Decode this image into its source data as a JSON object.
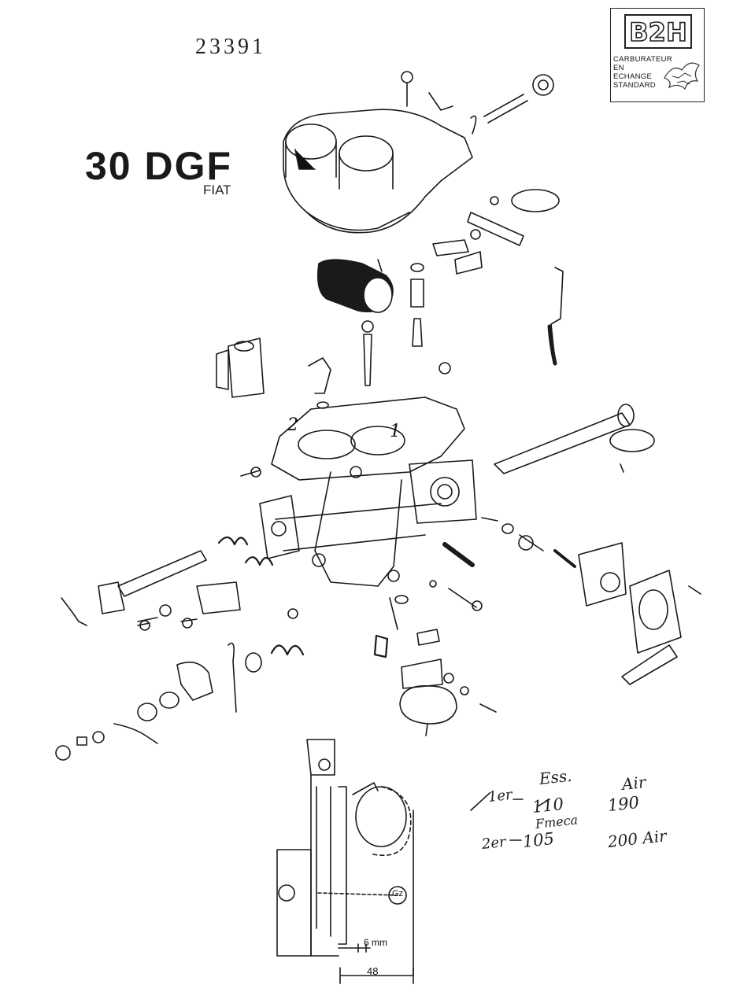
{
  "document": {
    "reference_number": "23391",
    "model": "30 DGF",
    "make": "FIAT"
  },
  "logo": {
    "mark": "B2H",
    "lines": [
      "CARBURATEUR",
      "EN",
      "ECHANGE",
      "STANDARD"
    ]
  },
  "annotations": {
    "part_marks": [
      "2",
      "1"
    ],
    "handwritten": {
      "col_fuel": "Ess.",
      "col_air": "Air",
      "row1_label": "1er",
      "row1_fuel": "110",
      "row1_air": "190",
      "row2_note": "Fmeca",
      "row2_label": "2er",
      "row2_fuel": "105",
      "row2_air": "200 Air"
    }
  },
  "dimensions": {
    "gap": "6 mm",
    "width": "48",
    "marker": "Gz"
  },
  "colors": {
    "ink": "#1a1a1a",
    "paper": "#ffffff"
  }
}
